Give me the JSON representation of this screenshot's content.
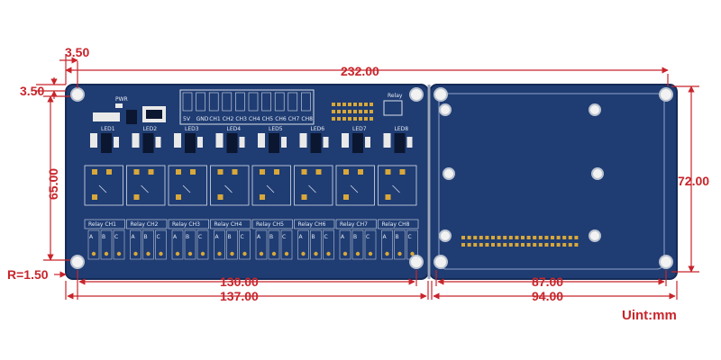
{
  "dimensions": {
    "left_offset": "3.50",
    "top_offset": "3.50",
    "total_width": "232.00",
    "board_height_left": "65.00",
    "board_height_right": "72.00",
    "corner_radius": "R=1.50",
    "hole_span_left": "130.00",
    "left_width": "137.00",
    "hole_span_right": "87.00",
    "right_width": "94.00"
  },
  "unit_label": "Uint:mm",
  "relay_labels": [
    "Relay CH1",
    "Relay CH2",
    "Relay CH3",
    "Relay CH4",
    "Relay CH5",
    "Relay CH6",
    "Relay CH7",
    "Relay CH8"
  ],
  "terminal_labels": [
    "A",
    "B",
    "C"
  ],
  "header_labels": [
    "5V",
    "GND",
    "CH1",
    "CH2",
    "CH3",
    "CH4",
    "CH5",
    "CH6",
    "CH7",
    "CH8"
  ],
  "led_labels": [
    "LED1",
    "LED2",
    "LED3",
    "LED4",
    "LED5",
    "LED6",
    "LED7",
    "LED8"
  ],
  "power_label": "PWR",
  "relay_jumper_label": "Relay",
  "colors": {
    "pcb": "#1f3c73",
    "pcb_edge": "#152a55",
    "dimension": "#c8252b",
    "pad": "#d8a83a",
    "silk": "#e6ecf3"
  }
}
